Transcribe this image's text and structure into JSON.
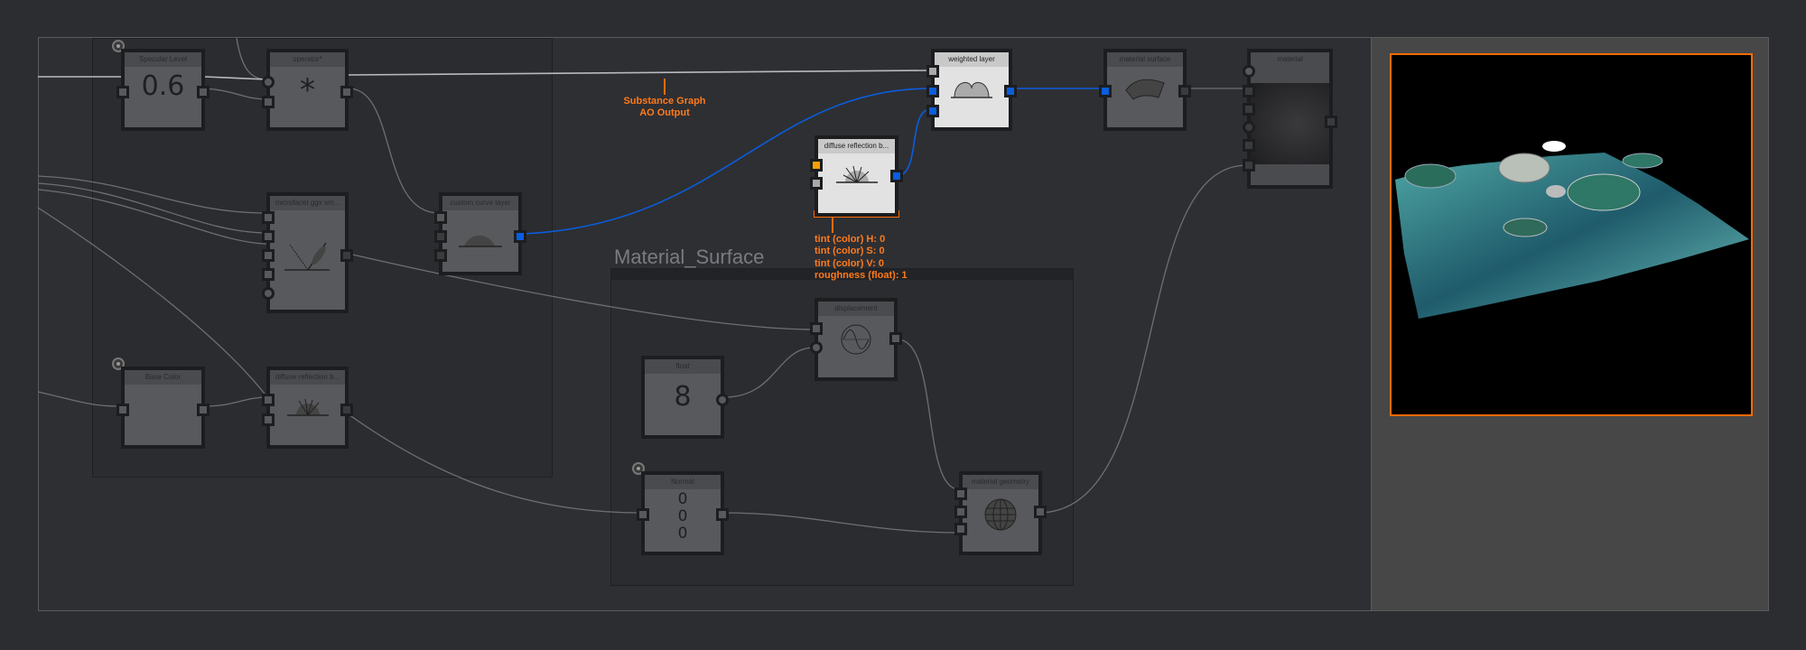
{
  "groups": {
    "material_surface": "Material_Surface"
  },
  "nodes": {
    "specular_level": {
      "title": "Specular Level",
      "value": "0.6"
    },
    "operator": {
      "title": "operator*",
      "symbol": "*"
    },
    "microfacet": {
      "title": "microfacet ggx sm..."
    },
    "custom_curve": {
      "title": "custom curve layer"
    },
    "base_color": {
      "title": "Base Color"
    },
    "diffuse_left": {
      "title": "diffuse reflection b..."
    },
    "weighted_layer": {
      "title": "weighted layer"
    },
    "material_surface": {
      "title": "material surface"
    },
    "material": {
      "title": "material"
    },
    "diffuse_selected": {
      "title": "diffuse reflection b..."
    },
    "displacement": {
      "title": "displacement"
    },
    "float": {
      "title": "float",
      "value": "8"
    },
    "normal": {
      "title": "Normal",
      "values": [
        "0",
        "0",
        "0"
      ]
    },
    "material_geometry": {
      "title": "material geometry"
    }
  },
  "annotation": {
    "line1": "Substance Graph",
    "line2": "AO Output"
  },
  "params": [
    "tint (color) H: 0",
    "tint (color) S: 0",
    "tint (color) V: 0",
    "roughness (float): 1"
  ],
  "colors": {
    "accent": "#ff6a00",
    "port_blue": "#0a5ddc",
    "port_orange": "#f5a000"
  }
}
